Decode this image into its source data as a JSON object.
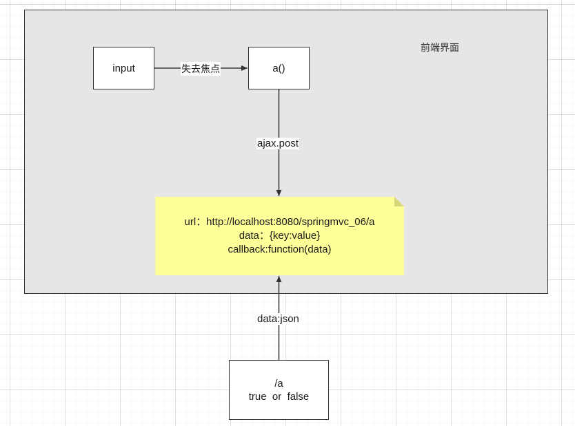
{
  "frontend": {
    "label": "前端界面"
  },
  "nodes": {
    "input": "input",
    "a": "a()",
    "result": [
      "/a",
      "true  or  false"
    ]
  },
  "note": {
    "lines": [
      "url：http://localhost:8080/springmvc_06/a",
      "data：{key:value}",
      "callback:function(data)"
    ]
  },
  "edges": {
    "blur": "失去焦点",
    "ajax": "ajax.post",
    "json": "data:json"
  },
  "colors": {
    "container_fill": "#e6e6e6",
    "note_fill": "#ffff99",
    "stroke": "#333333"
  }
}
